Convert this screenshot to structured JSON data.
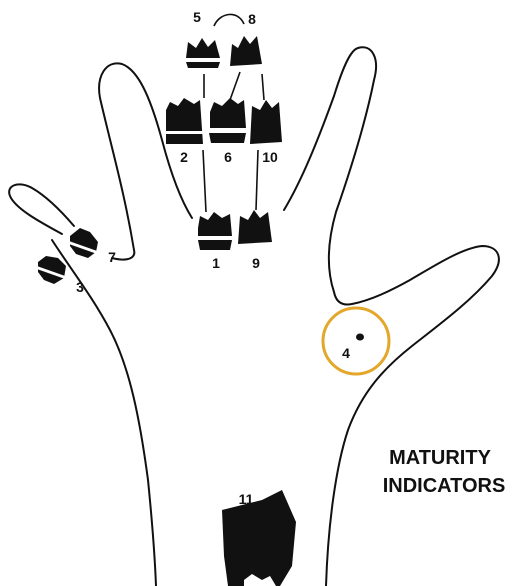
{
  "title_lines": [
    "MATURITY",
    "INDICATORS"
  ],
  "markers": {
    "m1": "1",
    "m2": "2",
    "m3": "3",
    "m4": "4",
    "m5": "5",
    "m6": "6",
    "m7": "7",
    "m8": "8",
    "m9": "9",
    "m10": "10",
    "m11": "11"
  },
  "colors": {
    "outline": "#111111",
    "bone": "#111111",
    "highlight_ring": "#e3a82b",
    "background": "#ffffff"
  }
}
